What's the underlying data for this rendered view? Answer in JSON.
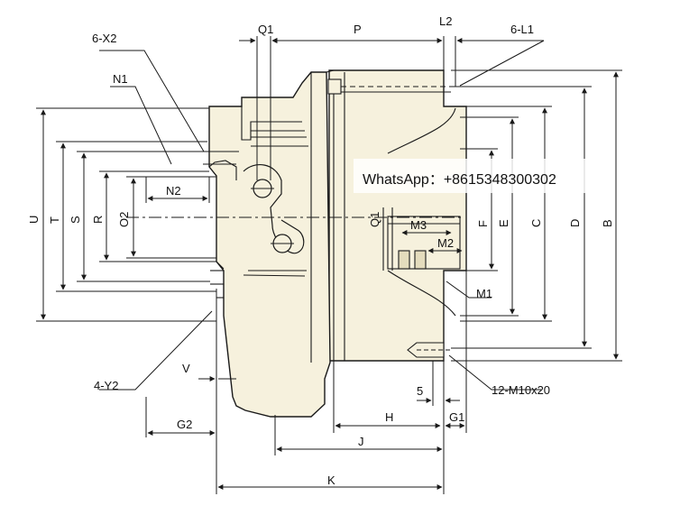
{
  "labels": {
    "six_x2": "6-X2",
    "n1": "N1",
    "n2": "N2",
    "q1_top": "Q1",
    "p": "P",
    "l2": "L2",
    "six_l1": "6-L1",
    "u": "U",
    "t": "T",
    "s": "S",
    "r": "R",
    "o2": "O2",
    "q1_side": "Q1",
    "m3": "M3",
    "m2": "M2",
    "f": "F",
    "e": "E",
    "c": "C",
    "d": "D",
    "b": "B",
    "m1": "M1",
    "four_y2": "4-Y2",
    "v": "V",
    "five": "5",
    "twelve_m": "12-M10x20",
    "h": "H",
    "g2": "G2",
    "g1": "G1",
    "j": "J",
    "k": "K"
  },
  "watermark": {
    "text": "WhatsApp：+8615348300302"
  },
  "colors": {
    "line": "#1a1a1a",
    "body_fill": "#f6f1dd",
    "bg": "#ffffff"
  }
}
